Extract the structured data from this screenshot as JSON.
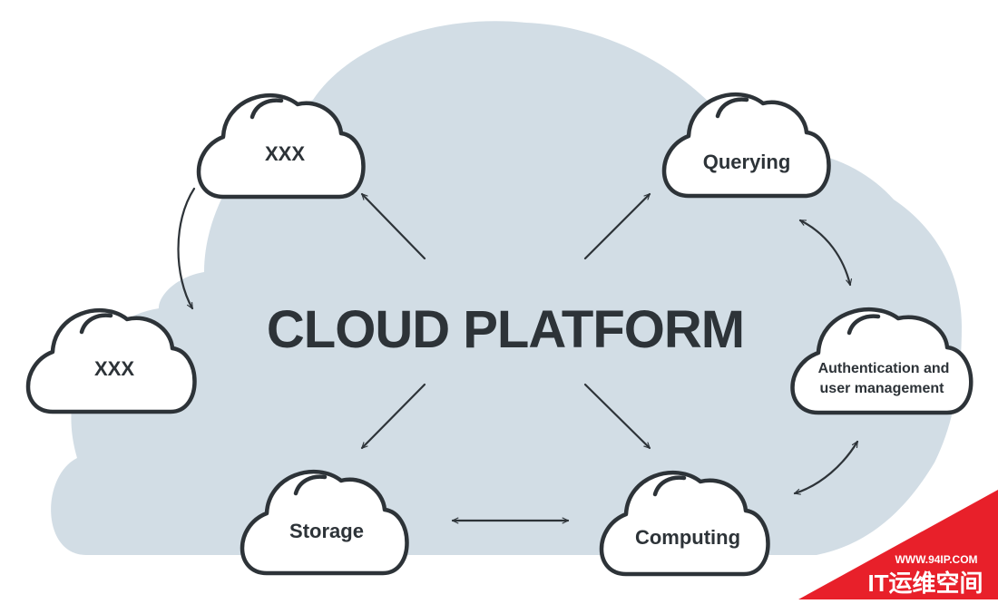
{
  "diagram": {
    "title": "CLOUD PLATFORM",
    "nodes": [
      {
        "id": "xxx-top",
        "label": "XXX"
      },
      {
        "id": "xxx-left",
        "label": "XXX"
      },
      {
        "id": "storage",
        "label": "Storage"
      },
      {
        "id": "computing",
        "label": "Computing"
      },
      {
        "id": "querying",
        "label": "Querying"
      },
      {
        "id": "auth",
        "label_line1": "Authentication and",
        "label_line2": "user management"
      }
    ],
    "edges": [
      {
        "from": "center",
        "to": "xxx-top",
        "style": "arrow"
      },
      {
        "from": "center",
        "to": "querying",
        "style": "arrow"
      },
      {
        "from": "center",
        "to": "storage",
        "style": "arrow"
      },
      {
        "from": "center",
        "to": "computing",
        "style": "arrow"
      },
      {
        "from": "xxx-top",
        "to": "xxx-left",
        "style": "curved-arrow"
      },
      {
        "from": "querying",
        "to": "auth",
        "style": "curved-double-arrow"
      },
      {
        "from": "auth",
        "to": "computing",
        "style": "curved-double-arrow"
      },
      {
        "from": "storage",
        "to": "computing",
        "style": "double-arrow"
      }
    ],
    "colors": {
      "background_cloud": "#d2dde5",
      "stroke": "#2d3338",
      "watermark": "#e8202a"
    }
  },
  "watermark": {
    "url": "WWW.94IP.COM",
    "brand": "IT运维空间"
  }
}
